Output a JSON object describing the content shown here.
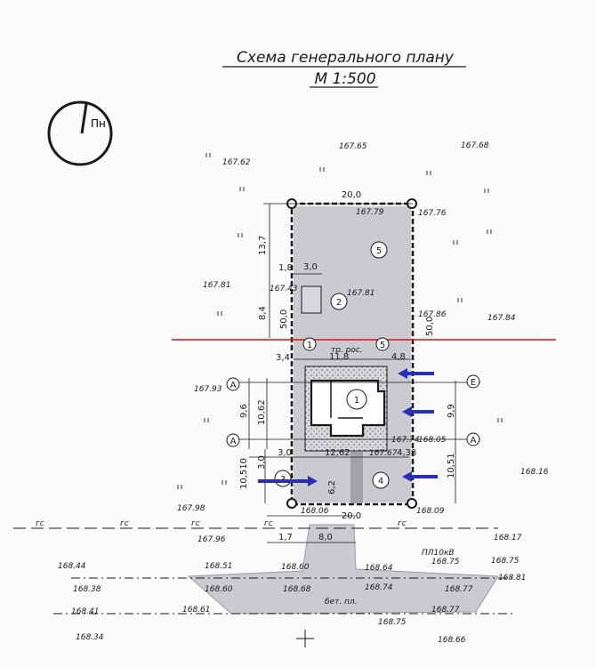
{
  "title": {
    "line1": "Схема генерального плану",
    "line2": "М 1:500"
  },
  "north_label": "Пн",
  "plot": {
    "width_top": "20,0",
    "width_bottom": "20,0",
    "depth_left": "50,0",
    "depth_right": "50,0"
  },
  "zones": [
    "5",
    "2",
    "1",
    "4",
    "3"
  ],
  "axes": {
    "a1": "А",
    "a2": "А",
    "e": "Е",
    "n1": "1",
    "n5": "5"
  },
  "dims": {
    "d13_7": "13,7",
    "d1_8": "1,8",
    "d3_0a": "3,0",
    "d8_4": "8,4",
    "d3_4": "3,4",
    "d11_8": "11,8",
    "d4_8": "4,8",
    "d9_6": "9,6",
    "d10_62": "10,62",
    "d9_9": "9,9",
    "d3_0b": "3,0",
    "d12_62": "12,62",
    "d4_38": "4,38",
    "d10_510": "10,510",
    "d3_0c": "3,0",
    "d6_2": "6,2",
    "d10_51": "10,51",
    "d1_7": "1,7",
    "d8_0": "8,0",
    "tr_ros": "тр. рос."
  },
  "elevations": {
    "e1": "167.65",
    "e2": "167.68",
    "e3": "167.62",
    "e4": "167.79",
    "e5": "167.76",
    "e6": "167.81",
    "e7": "167.81",
    "e8": "167.43",
    "e9": "167.86",
    "e10": "167.84",
    "e11": "167.93",
    "e12": "167.74",
    "e13": "168.05",
    "e14": "168.16",
    "e15": "167.98",
    "e16": "168.06",
    "e17": "168.09",
    "e18": "167.96",
    "e19": "168.17",
    "e20": "168.44",
    "e21": "168.51",
    "e22": "168.60",
    "e23": "168.64",
    "e24": "168.75",
    "e25": "168.75",
    "e26": "168.38",
    "e27": "168.60",
    "e28": "168.68",
    "e29": "168.74",
    "e30": "168.77",
    "e31": "168.81",
    "e32": "168.41",
    "e33": "168.61",
    "e34": "168.77",
    "e35": "168.34",
    "e36": "168.75",
    "e37": "168.66",
    "e38": "167.67"
  },
  "gas": "гс",
  "power_line": "ПЛ10кВ",
  "road": "бет. пл.",
  "colors": {
    "ink": "#1a1a1a",
    "red_line": "#e01010",
    "arrow": "#2a2fb8",
    "fill": "#c9cbd1",
    "hatch": "#8a8d96"
  }
}
